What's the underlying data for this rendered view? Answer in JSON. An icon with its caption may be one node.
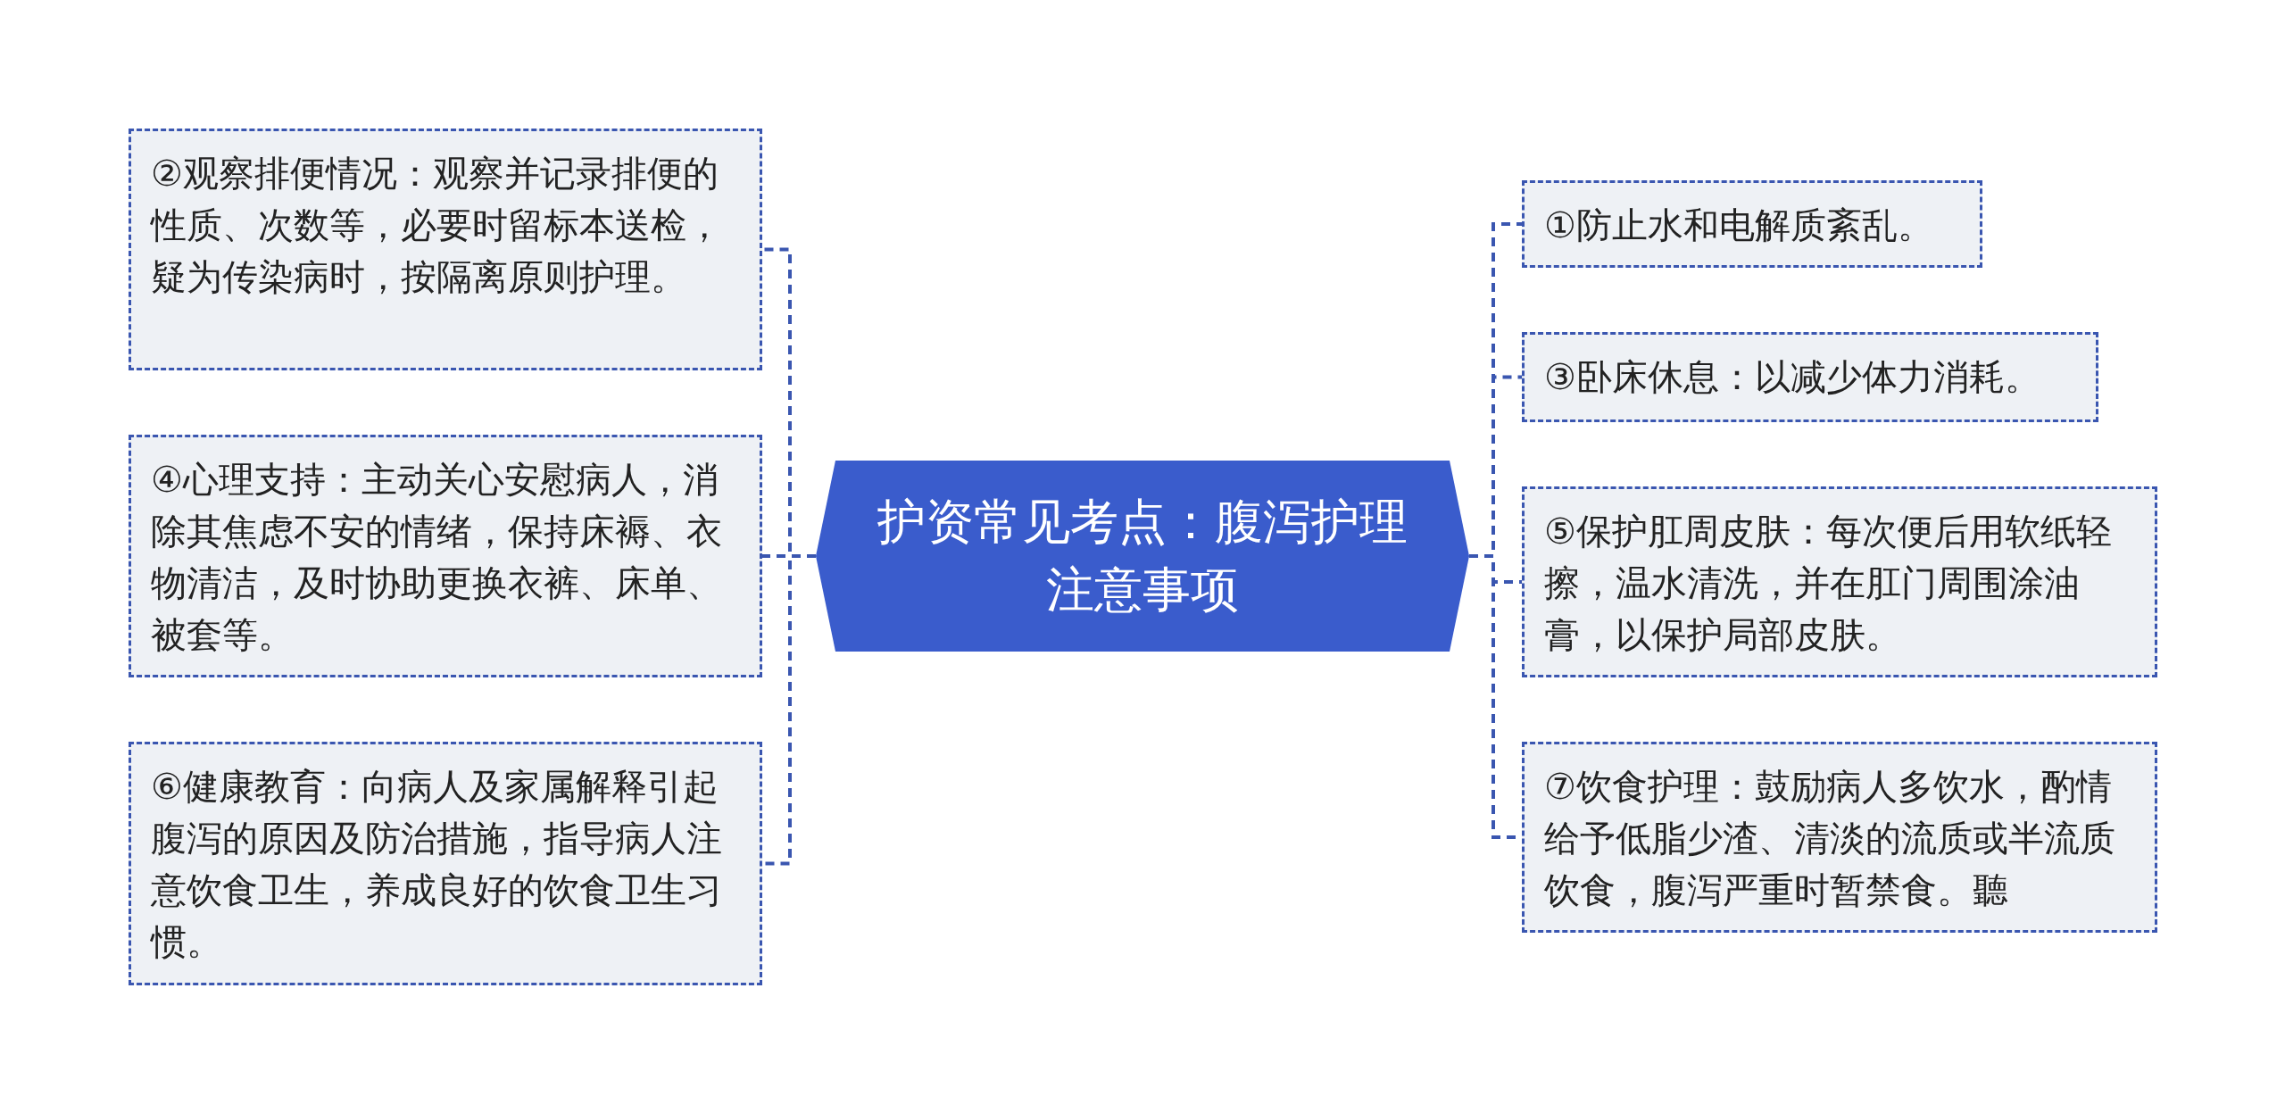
{
  "diagram": {
    "nodes": [
      {
        "text": [
          "护资常见考点：腹泻护理注意事项"
        ]
      },
      {
        "text": [
          "②观察排便情况：观察并记录排便的性质、次数等，必要时留标本送检，疑为传染病时，按隔离原则护理。"
        ]
      },
      {
        "text": [
          "④心理支持：主动关心安慰病人，消除其焦虑不安的情绪，保持床褥、衣物清洁，及时协助更换衣裤、床单、被套等。"
        ]
      },
      {
        "text": [
          "⑥健康教育：向病人及家属解释引起腹泻的原因及防治措施，指导病人注意饮食卫生，养成良好的饮食卫生习惯。"
        ]
      },
      {
        "text": [
          "①防止水和电解质紊乱。"
        ]
      },
      {
        "text": [
          "③卧床休息：以减少体力消耗。"
        ]
      },
      {
        "text": [
          "⑤保护肛周皮肤：每次便后用软纸轻擦，温水清洗，并在肛门周围涂油膏，以保护局部皮肤。"
        ]
      },
      {
        "text": [
          "⑦饮食护理：鼓励病人多饮水，酌情给予低脂少渣、清淡的流质或半流质饮食，腹泻严重时暂禁食。聽"
        ]
      }
    ],
    "edges": [
      {
        "from": 0,
        "to": 1,
        "arrow": "none"
      },
      {
        "from": 0,
        "to": 2,
        "arrow": "none"
      },
      {
        "from": 0,
        "to": 3,
        "arrow": "none"
      },
      {
        "from": 0,
        "to": 4,
        "arrow": "none"
      },
      {
        "from": 0,
        "to": 5,
        "arrow": "none"
      },
      {
        "from": 0,
        "to": 6,
        "arrow": "none"
      },
      {
        "from": 0,
        "to": 7,
        "arrow": "none"
      }
    ]
  }
}
